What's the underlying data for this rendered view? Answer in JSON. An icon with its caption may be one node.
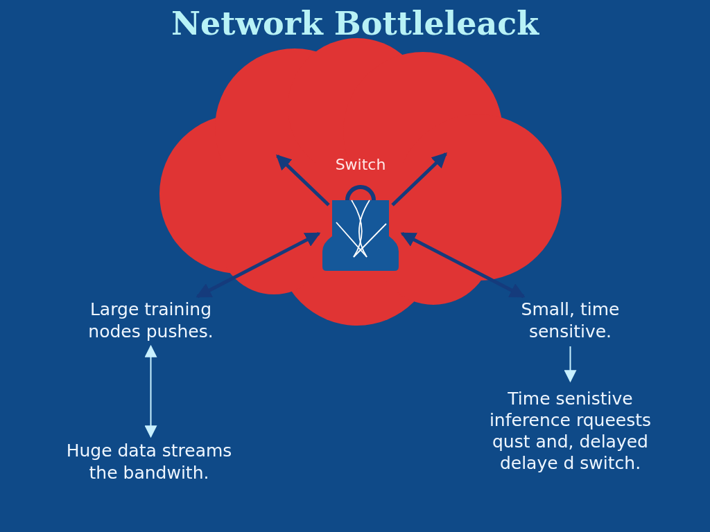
{
  "diagram": {
    "title": "Network Bottleleack",
    "nodes": [
      {
        "text": [],
        "shape": "cloud"
      },
      {
        "text": [
          "Switch"
        ],
        "in": 0
      },
      {
        "text": [
          "Large training nodes pushes."
        ]
      },
      {
        "text": [
          "Small, time sensitive."
        ]
      },
      {
        "text": [
          "Huge data streams the bandwith."
        ]
      },
      {
        "text": [
          "Time senistive inference rqueests qust and, delayed delaye d switch."
        ]
      }
    ],
    "edges": [
      {
        "from": 1,
        "to": null,
        "arrow": "to"
      },
      {
        "from": 1,
        "to": null,
        "arrow": "to"
      },
      {
        "from": 2,
        "to": 1,
        "arrow": "both"
      },
      {
        "from": 1,
        "to": 3,
        "arrow": "both"
      },
      {
        "from": 2,
        "to": 4,
        "arrow": "both",
        "color": "#c8f0ff"
      },
      {
        "from": 3,
        "to": 5,
        "arrow": "to",
        "color": "#c8f0ff"
      }
    ]
  }
}
